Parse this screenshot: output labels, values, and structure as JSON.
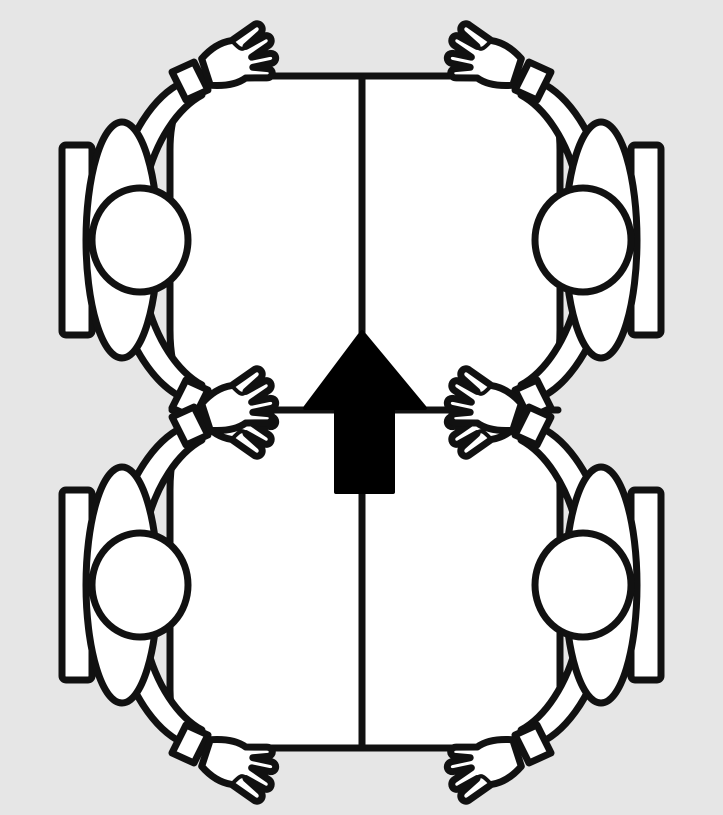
{
  "diagram": {
    "description_free": true,
    "colors": {
      "background": "#e6e6e6",
      "line": "#111111",
      "fill": "#ffffff",
      "arrow": "#000000"
    },
    "arrow_direction": "up",
    "people": [
      {
        "id": "top-left",
        "facing": "right"
      },
      {
        "id": "top-right",
        "facing": "left"
      },
      {
        "id": "bottom-left",
        "facing": "right"
      },
      {
        "id": "bottom-right",
        "facing": "left"
      }
    ],
    "icons": [
      "arrow-up-icon",
      "hand-icon",
      "head-icon",
      "chair-icon"
    ]
  }
}
